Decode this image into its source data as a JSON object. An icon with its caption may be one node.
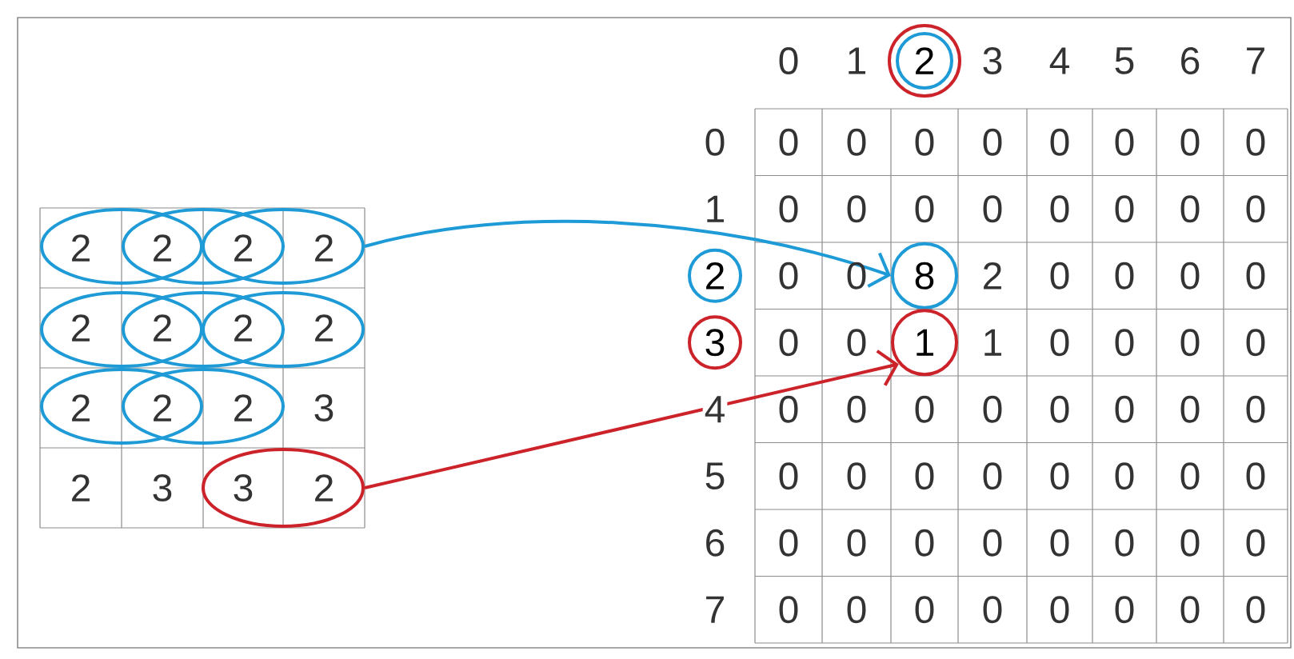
{
  "diagram": {
    "nodes": [
      {
        "text": [
          "2"
        ]
      },
      {
        "text": [],
        "shape": "ellipse"
      },
      {
        "text": [],
        "shape": "ellipse"
      },
      {
        "text": [],
        "shape": "ellipse"
      },
      {
        "text": [],
        "shape": "ellipse"
      },
      {
        "text": [],
        "shape": "ellipse"
      },
      {
        "text": [],
        "shape": "ellipse"
      },
      {
        "text": [],
        "shape": "ellipse"
      },
      {
        "text": [],
        "shape": "ellipse"
      },
      {
        "text": [],
        "shape": "ellipse"
      },
      {
        "text": [
          "2"
        ]
      },
      {
        "text": [
          "8"
        ]
      },
      {
        "text": [
          "3"
        ]
      },
      {
        "text": [
          "1"
        ]
      }
    ],
    "edges": [
      {
        "from": 3,
        "to": 11,
        "arrow": "to",
        "color": "#1e9bd7"
      },
      {
        "from": 9,
        "to": 13,
        "arrow": "to",
        "color": "#cc2229"
      }
    ],
    "labels": [
      "2",
      "2",
      "2",
      "2",
      "2",
      "2",
      "2",
      "2",
      "2",
      "2",
      "2",
      "3",
      "2",
      "3",
      "3",
      "2",
      "0",
      "1",
      "3",
      "4",
      "5",
      "6",
      "7",
      "0",
      "0",
      "0",
      "0",
      "0",
      "0",
      "0",
      "0",
      "0",
      "1",
      "0",
      "0",
      "0",
      "0",
      "0",
      "0",
      "0",
      "0",
      "0",
      "0",
      "2",
      "0",
      "0",
      "0",
      "0",
      "0",
      "0",
      "1",
      "0",
      "0",
      "0",
      "0",
      "4",
      "0",
      "0",
      "0",
      "0",
      "0",
      "0",
      "0",
      "0",
      "5",
      "0",
      "0",
      "0",
      "0",
      "0",
      "0",
      "0",
      "0",
      "6",
      "0",
      "0",
      "0",
      "0",
      "0",
      "0",
      "0",
      "0",
      "7",
      "0",
      "0",
      "0",
      "0",
      "0",
      "0",
      "0",
      "0"
    ]
  }
}
